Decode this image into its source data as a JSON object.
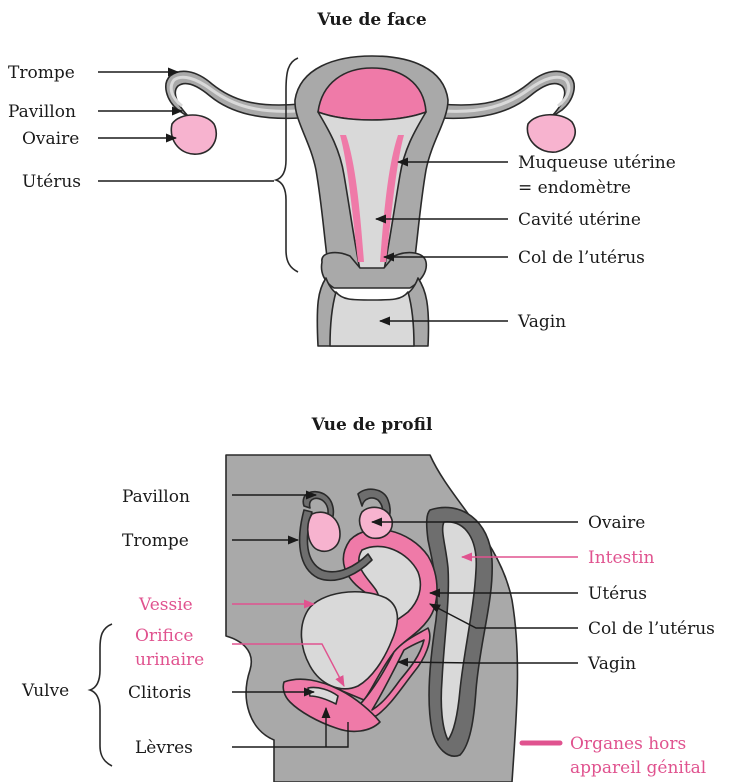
{
  "colors": {
    "pink": "#ef7aa8",
    "pink_text": "#e0538f",
    "gray_dark": "#8c8c8c",
    "gray_mid": "#a9a9a9",
    "gray_light": "#d9d9d9",
    "outline": "#2a2a2a"
  },
  "front_view": {
    "title": "Vue de face",
    "labels": {
      "trompe": "Trompe",
      "pavillon": "Pavillon",
      "ovaire": "Ovaire",
      "uterus": "Utérus",
      "muqueuse_1": "Muqueuse utérine",
      "muqueuse_2": "= endomètre",
      "cavite": "Cavité utérine",
      "col": "Col de l’utérus",
      "vagin": "Vagin"
    }
  },
  "profile_view": {
    "title": "Vue de profil",
    "labels": {
      "pavillon": "Pavillon",
      "trompe": "Trompe",
      "vessie": "Vessie",
      "orifice_1": "Orifice",
      "orifice_2": "urinaire",
      "vulve": "Vulve",
      "clitoris": "Clitoris",
      "levres": "Lèvres",
      "ovaire": "Ovaire",
      "intestin": "Intestin",
      "uterus": "Utérus",
      "col": "Col de l’utérus",
      "vagin": "Vagin"
    }
  },
  "legend": {
    "line1": "Organes hors",
    "line2": "appareil génital"
  }
}
